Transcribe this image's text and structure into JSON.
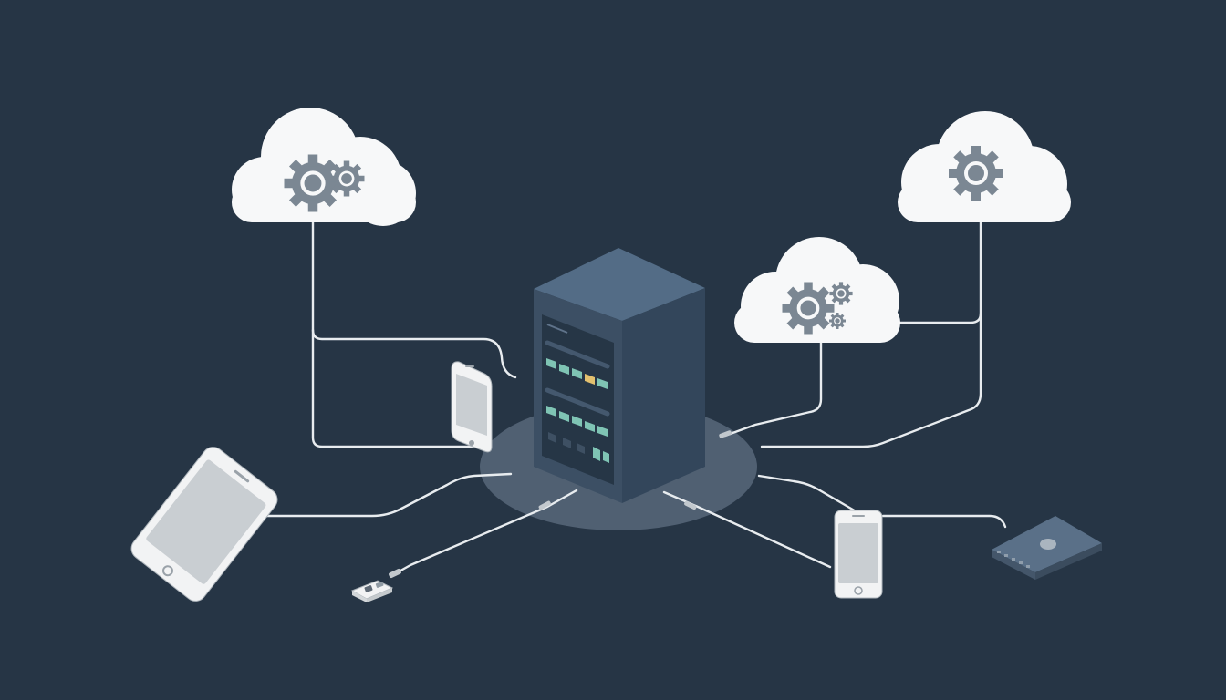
{
  "colors": {
    "background": "#263545",
    "cable": "#e8ecef",
    "cloud": "#f7f8f9",
    "gear": "#7b8793",
    "server_front": "#3c4f64",
    "server_side": "#33465b",
    "server_top": "#536c86",
    "panel": "#263646",
    "led_teal": "#7fc4b4",
    "led_amber": "#e3c16f",
    "device_body": "#f2f3f4",
    "device_screen": "#c9ced2",
    "base_disc": "#58677a",
    "hub": "#5a7088"
  },
  "diagram": {
    "center": {
      "name": "server-tower",
      "icon": "server-icon"
    },
    "clouds": [
      {
        "name": "cloud-top-left",
        "icon": "cloud-gears-icon"
      },
      {
        "name": "cloud-top-right",
        "icon": "cloud-gear-icon"
      },
      {
        "name": "cloud-middle-right",
        "icon": "cloud-gears-icon"
      }
    ],
    "devices": [
      {
        "name": "phone-upright-left",
        "icon": "smartphone-icon"
      },
      {
        "name": "phone-tilted-left",
        "icon": "smartphone-icon"
      },
      {
        "name": "usb-dongle",
        "icon": "usb-icon"
      },
      {
        "name": "phone-right",
        "icon": "smartphone-icon"
      },
      {
        "name": "network-hub",
        "icon": "hub-icon"
      }
    ]
  }
}
